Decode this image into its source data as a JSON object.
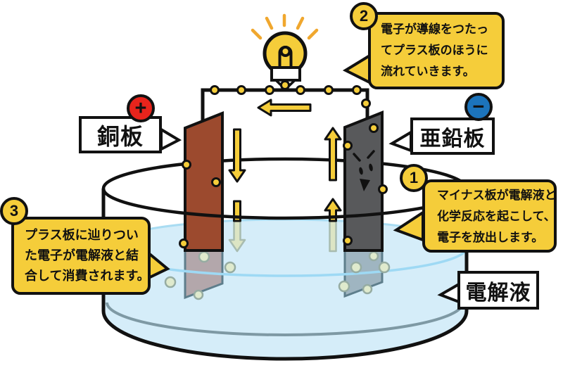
{
  "title": "ボルタ電池のしくみ（銅板・亜鉛板・電解液の図解）",
  "colors": {
    "yellow": "#F5CD3A",
    "ray": "#F0A72E",
    "ink": "#111111",
    "red": "#E8241C",
    "blue": "#1C74BC",
    "copper": "#9C4A2E",
    "zinc": "#58595B",
    "water": "#D5EDF9",
    "water-edge": "#A9DCF2",
    "water-front": "#9ED9F4",
    "glass-inner": "#7E99A4",
    "uw-stroke": "#5E7E8C",
    "copper-uw": "#B3A7AB",
    "zinc-uw": "#9FB5C1",
    "bubble-fill": "#DFEACD",
    "bubble-stroke": "#96ACA2",
    "pale-fill": "#DCE5C4",
    "pale-stroke": "#A8BCB0"
  },
  "labels": {
    "copper": {
      "text": "銅板",
      "polarity": "+"
    },
    "zinc": {
      "text": "亜鉛板",
      "polarity": "−"
    },
    "electrolyte": {
      "text": "電解液"
    }
  },
  "callouts": {
    "c1": {
      "number": "1",
      "lines": [
        "マイナス板が電解液と",
        "化学反応を起こして、",
        "電子を放出します。"
      ]
    },
    "c2": {
      "number": "2",
      "lines": [
        "電子が導線をつたっ",
        "てプラス板のほうに",
        "流れていきます。"
      ]
    },
    "c3": {
      "number": "3",
      "lines": [
        "プラス板に辿りつい",
        "た電子が電解液と結",
        "合して消費されます。"
      ]
    }
  }
}
